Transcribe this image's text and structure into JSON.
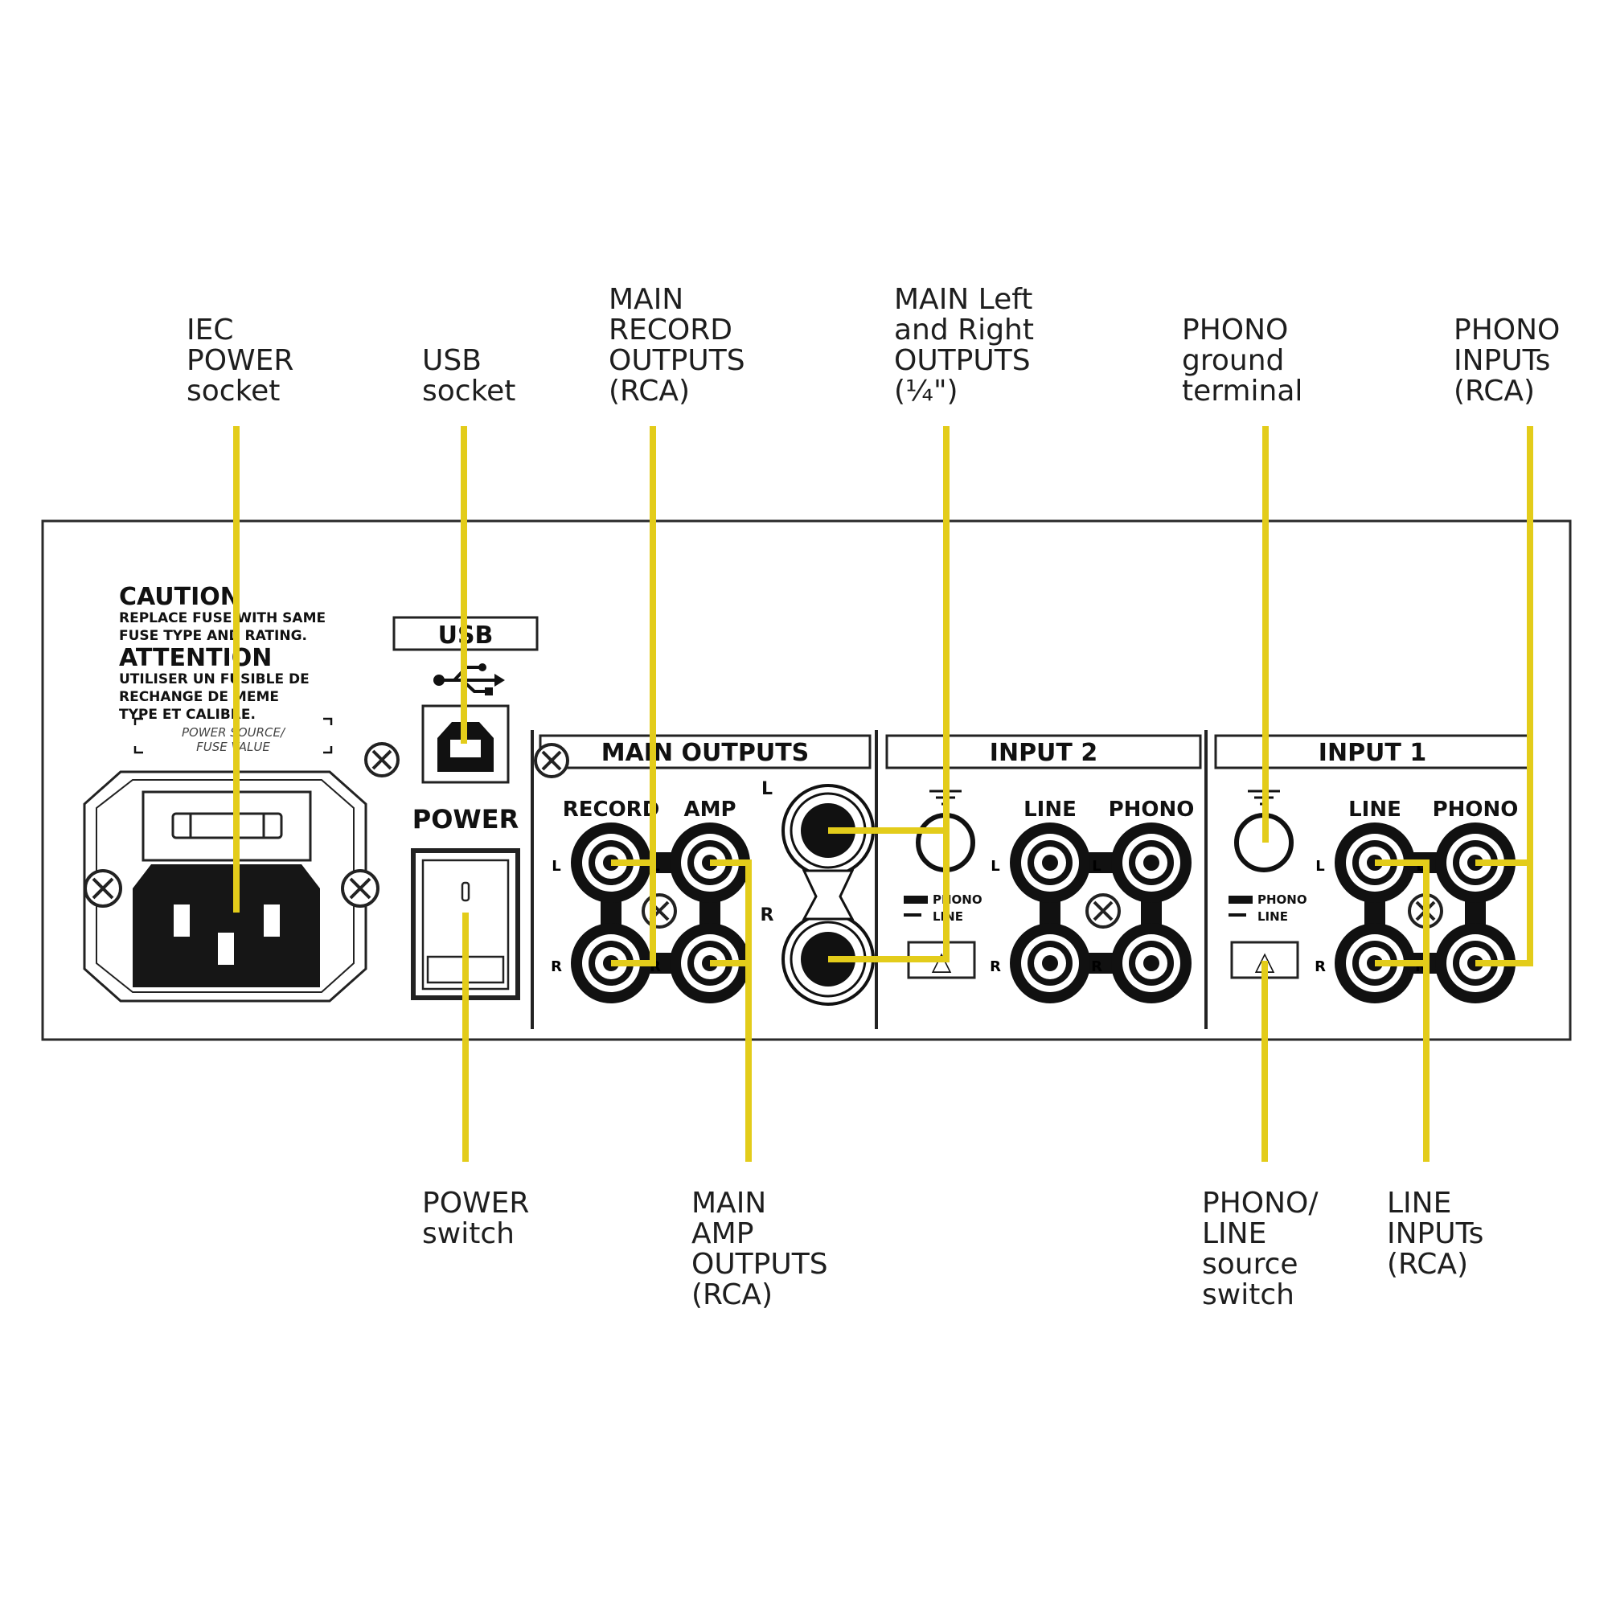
{
  "callouts": {
    "iec_power_socket": [
      "IEC",
      "POWER",
      "socket"
    ],
    "usb_socket": [
      "USB",
      "socket"
    ],
    "main_record_outputs": [
      "MAIN",
      "RECORD",
      "OUTPUTS",
      "(RCA)"
    ],
    "main_lr_outputs": [
      "MAIN Left",
      "and Right",
      "OUTPUTS",
      "(¼\")"
    ],
    "phono_ground_terminal": [
      "PHONO",
      "ground",
      "terminal"
    ],
    "phono_inputs": [
      "PHONO",
      "INPUTs",
      "(RCA)"
    ],
    "power_switch": [
      "POWER",
      "switch"
    ],
    "main_amp_outputs": [
      "MAIN",
      "AMP",
      "OUTPUTS",
      "(RCA)"
    ],
    "phono_line_switch": [
      "PHONO/",
      "LINE",
      "source",
      "switch"
    ],
    "line_inputs": [
      "LINE",
      "INPUTs",
      "(RCA)"
    ]
  },
  "panel": {
    "caution": {
      "title": "CAUTION",
      "line1": "REPLACE FUSE WITH SAME",
      "line2": "FUSE TYPE AND RATING.",
      "attention_title": "ATTENTION",
      "line3": "UTILISER UN FUSIBLE DE",
      "line4": "RECHANGE DE MEME",
      "line5": "TYPE ET CALIBRE.",
      "fuse_label_1": "POWER SOURCE/",
      "fuse_label_2": "FUSE VALUE"
    },
    "usb_label": "USB",
    "power_label": "POWER",
    "main_outputs_label": "MAIN OUTPUTS",
    "record_label": "RECORD",
    "amp_label": "AMP",
    "input2_label": "INPUT 2",
    "input1_label": "INPUT 1",
    "line_label": "LINE",
    "phono_label": "PHONO",
    "left_marker": "L",
    "right_marker": "R",
    "switch_phono": "PHONO",
    "switch_line": "LINE",
    "switch_arrow": "△"
  },
  "colors": {
    "leader": "#e3cc1a",
    "panel_stroke": "#2a2a2a",
    "text": "#1e1e1e"
  }
}
